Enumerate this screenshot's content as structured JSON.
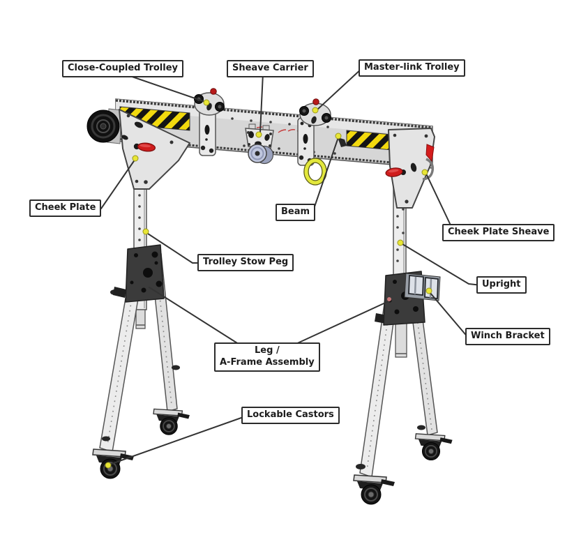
{
  "figure": {
    "type": "labeled-diagram",
    "subject": "Aluminium gantry crane / A-frame assembly with labeled parts"
  },
  "callouts": {
    "close_coupled_trolley": "Close-Coupled Trolley",
    "sheave_carrier": "Sheave Carrier",
    "master_link_trolley": "Master-link Trolley",
    "cheek_plate": "Cheek Plate",
    "beam": "Beam",
    "cheek_plate_sheave": "Cheek Plate Sheave",
    "trolley_stow_peg": "Trolley Stow Peg",
    "upright": "Upright",
    "winch_bracket": "Winch Bracket",
    "leg_a_frame_line1": "Leg /",
    "leg_a_frame_line2": "A-Frame Assembly",
    "lockable_castors": "Lockable Castors"
  },
  "palette": {
    "background": "#ffffff",
    "label_border": "#2b2b2b",
    "label_text": "#1c1c1c",
    "leader_line": "#333333",
    "target_dot_yellow": "#e8e636",
    "target_dot_pink": "#c97a7a",
    "hazard_yellow": "#f2d90e",
    "hazard_black": "#141414",
    "frame_gray": "#e6e6e6",
    "bracket_dark": "#3b3b3b",
    "handle_red": "#cf1d1d",
    "master_link_yellow": "#e3e83c",
    "sheave_blue": "#c0c7de"
  }
}
